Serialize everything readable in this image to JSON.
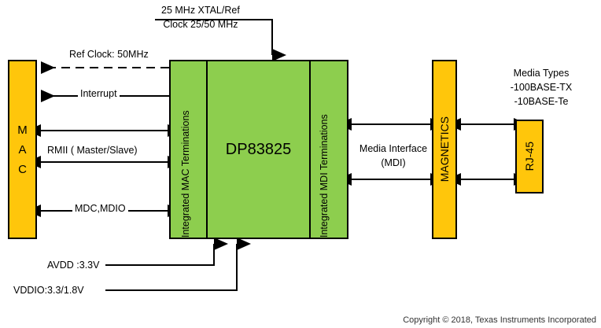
{
  "diagram": {
    "title": "DP83825 Ethernet PHY System Block Diagram",
    "colors": {
      "block_amber": "#ffc60b",
      "block_green": "#8dce4e",
      "line": "#000000",
      "background": "#ffffff"
    }
  },
  "blocks": {
    "mac": {
      "label": "M\nA\nC",
      "label_plain": "MAC"
    },
    "phy": {
      "name": "DP83825",
      "mac_terminations": "Integrated MAC Terminations",
      "mdi_terminations": "Integrated MDI Terminations"
    },
    "magnetics": {
      "label": "MAGNETICS"
    },
    "rj45": {
      "label": "RJ-45"
    }
  },
  "signals": {
    "clock": "25 MHz XTAL/Ref\nClock 25/50 MHz",
    "clock_line1": "25 MHz XTAL/Ref",
    "clock_line2": "Clock 25/50 MHz",
    "ref_clock": "Ref Clock: 50MHz",
    "interrupt": "Interrupt",
    "rmii": "RMII ( Master/Slave)",
    "mdc_mdio": "MDC,MDIO",
    "avdd": "AVDD :3.3V",
    "vddio": "VDDIO:3.3/1.8V",
    "media_interface_line1": "Media Interface",
    "media_interface_line2": "(MDI)"
  },
  "media_types": {
    "heading": "Media Types",
    "items": [
      "-100BASE-TX",
      "-10BASE-Te"
    ]
  },
  "footer": {
    "copyright": "Copyright © 2018, Texas Instruments Incorporated"
  }
}
